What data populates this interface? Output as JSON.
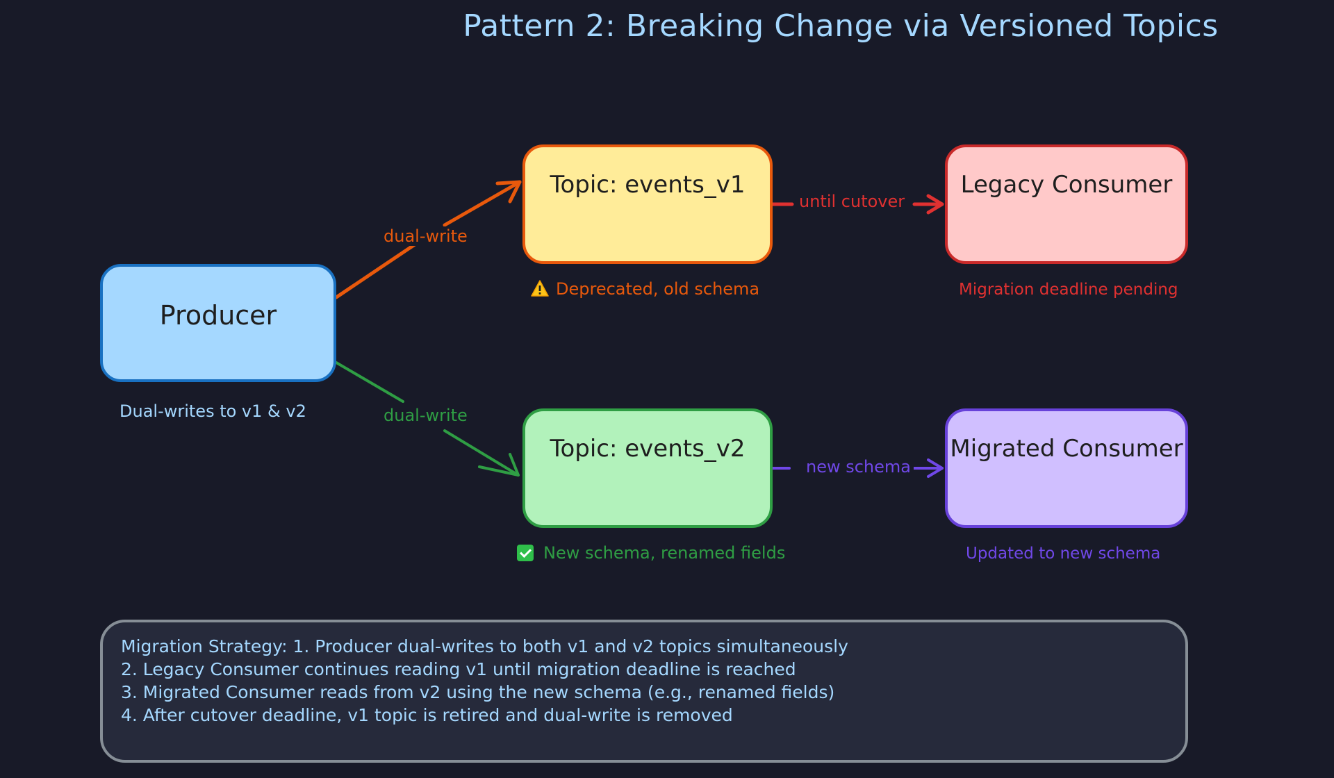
{
  "title": "Pattern 2: Breaking Change via Versioned Topics",
  "colors": {
    "background": "#181a28",
    "producer": "#1971c2",
    "topic_v1": "#e8590c",
    "topic_v2": "#2f9e44",
    "legacy": "#c92a2a",
    "migrated": "#6741d9"
  },
  "nodes": {
    "producer": {
      "label": "Producer",
      "caption": "Dual-writes to v1 & v2"
    },
    "topic_v1": {
      "label": "Topic: events_v1",
      "caption": "Deprecated, old schema",
      "caption_icon": "warning-icon"
    },
    "topic_v2": {
      "label": "Topic: events_v2",
      "caption": "New schema, renamed fields",
      "caption_icon": "check-icon"
    },
    "legacy": {
      "label": "Legacy Consumer",
      "caption": "Migration deadline pending"
    },
    "migrated": {
      "label": "Migrated Consumer",
      "caption": "Updated to new schema"
    }
  },
  "edges": {
    "producer_to_v1": {
      "label": "dual-write"
    },
    "producer_to_v2": {
      "label": "dual-write"
    },
    "v1_to_legacy": {
      "label": "until cutover"
    },
    "v2_to_migrated": {
      "label": "new schema"
    }
  },
  "strategy": {
    "lines": [
      "Migration Strategy:  1. Producer dual-writes to both v1 and v2 topics simultaneously",
      "2. Legacy Consumer continues reading v1 until migration deadline is reached",
      "3. Migrated Consumer reads from v2 using the new schema (e.g., renamed fields)",
      "4. After cutover deadline, v1 topic is retired and dual-write is removed"
    ]
  }
}
